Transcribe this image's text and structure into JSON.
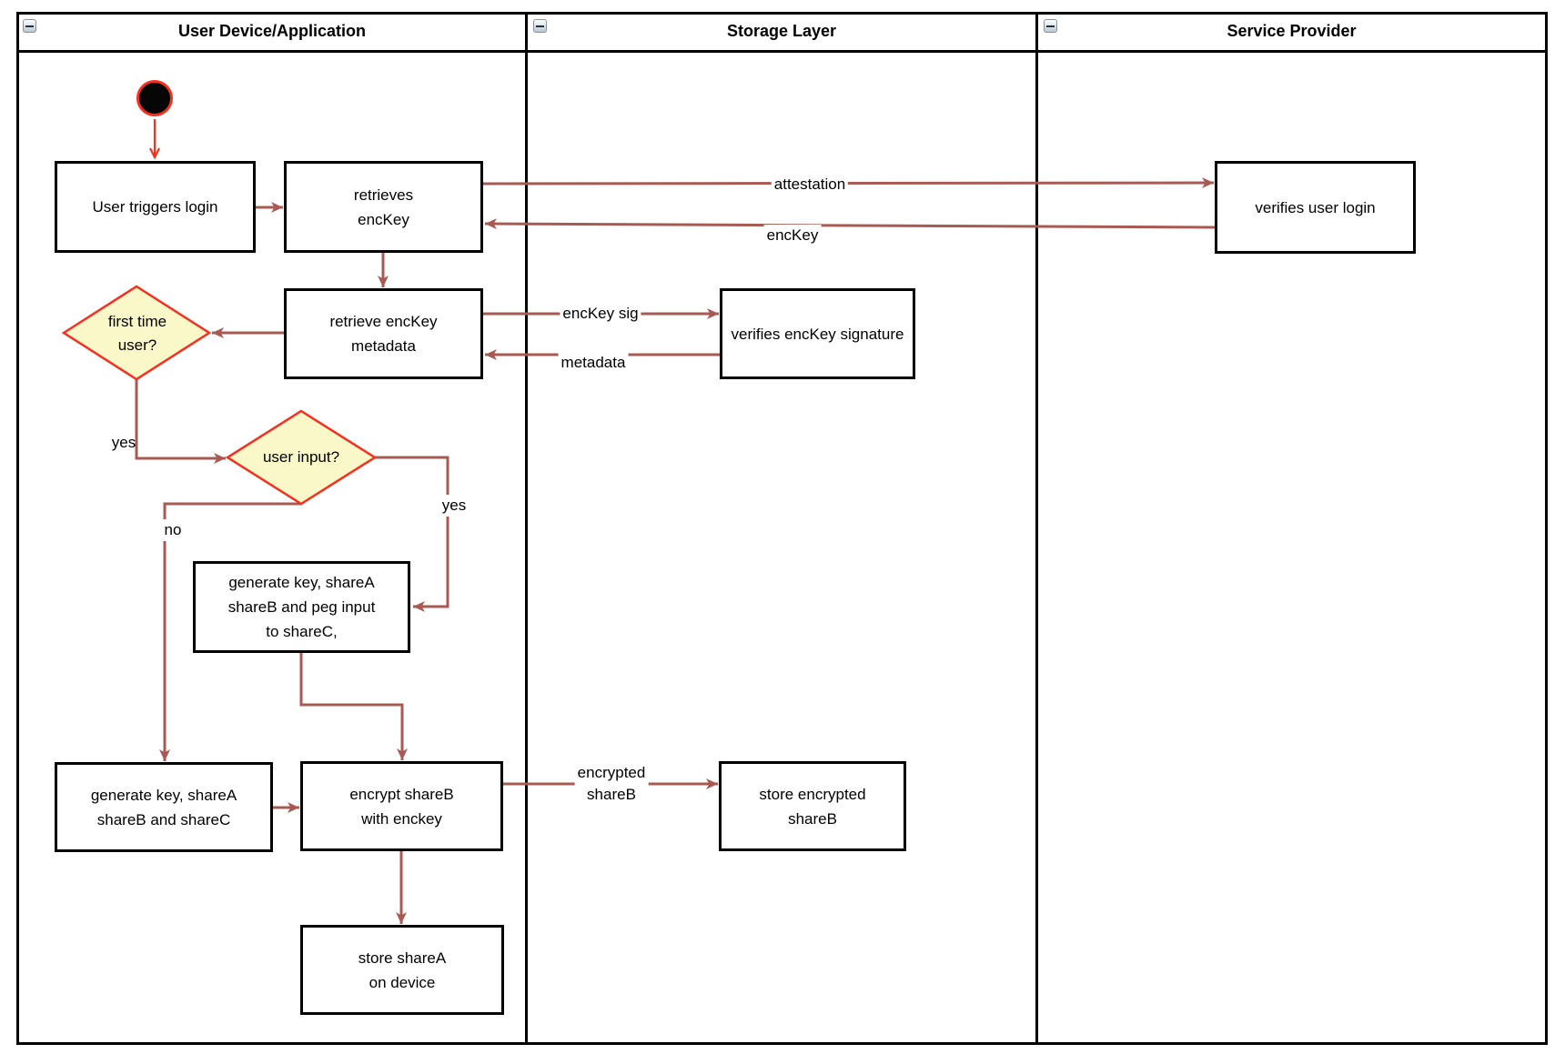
{
  "lanes": {
    "user_device": {
      "title": "User Device/Application"
    },
    "storage": {
      "title": "Storage Layer"
    },
    "service": {
      "title": "Service Provider"
    }
  },
  "nodes": {
    "start": {
      "type": "initial-state"
    },
    "user_triggers_login": {
      "label": "User triggers login"
    },
    "retrieves_enckey": {
      "line1": "retrieves",
      "line2": "encKey"
    },
    "verifies_user_login": {
      "label": "verifies user login"
    },
    "retrieve_enckey_metadata": {
      "line1": "retrieve encKey",
      "line2": "metadata"
    },
    "first_time_user": {
      "line1": "first time",
      "line2": "user?"
    },
    "verifies_enckey_signature": {
      "label": "verifies encKey signature"
    },
    "user_input": {
      "label": "user input?"
    },
    "generate_key_peg": {
      "line1": "generate key, shareA",
      "line2": "shareB and peg input",
      "line3": "to shareC,"
    },
    "generate_key_sharec": {
      "line1": "generate key, shareA",
      "line2": "shareB and shareC"
    },
    "encrypt_shareb": {
      "line1": "encrypt shareB",
      "line2": "with enckey"
    },
    "store_encrypted_shareb": {
      "line1": "store encrypted",
      "line2": "shareB"
    },
    "store_sharea": {
      "line1": "store shareA",
      "line2": "on device"
    }
  },
  "edge_labels": {
    "attestation": "attestation",
    "enckey": "encKey",
    "enckey_sig": "encKey sig",
    "metadata": "metadata",
    "first_time_yes": "yes",
    "user_input_yes": "yes",
    "user_input_no": "no",
    "encrypted_shareb_line1": "encrypted",
    "encrypted_shareb_line2": "shareB"
  },
  "colors": {
    "edge_stroke": "#A85A52",
    "start_red": "#F5301E",
    "diamond_fill": "#FAF7C8",
    "diamond_border": "#F5301E",
    "node_border": "#000000",
    "lane_border": "#000000"
  }
}
